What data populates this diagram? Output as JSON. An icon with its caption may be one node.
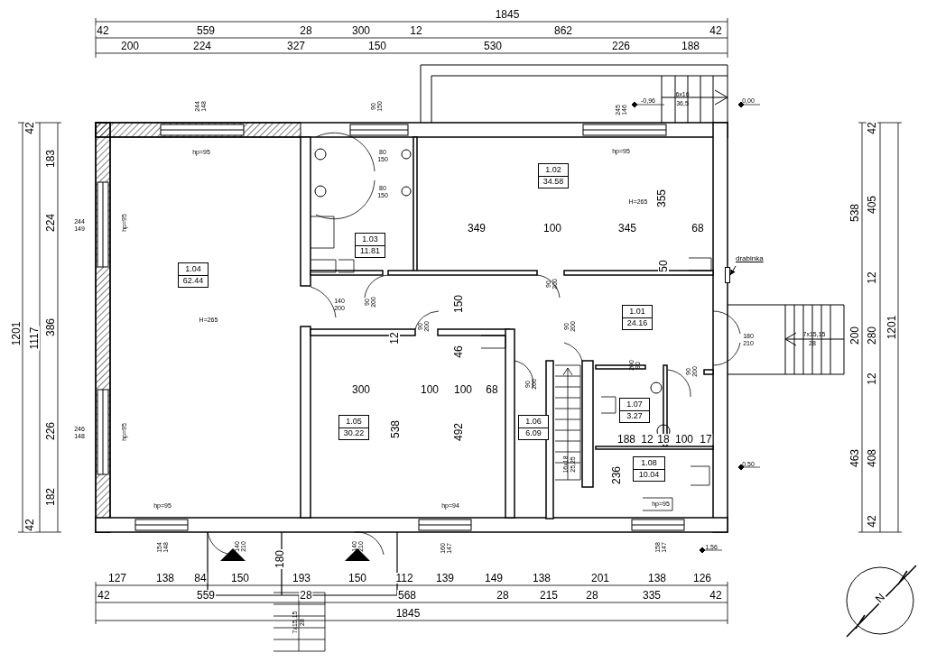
{
  "diagram": {
    "nodes": [
      {
        "text": [
          "1.04",
          "62.44"
        ]
      },
      {
        "text": [
          "1.03",
          "11.81"
        ]
      },
      {
        "text": [
          "1.02",
          "34.58"
        ]
      },
      {
        "text": [
          "1.01",
          "24.16"
        ]
      },
      {
        "text": [
          "1.05",
          "30.22"
        ]
      },
      {
        "text": [
          "1.06",
          "6.09"
        ]
      },
      {
        "text": [
          "1.07",
          "3.27"
        ]
      },
      {
        "text": [
          "1.08",
          "10.04"
        ]
      },
      {
        "text": [
          "drabinka"
        ]
      },
      {
        "text": [],
        "shape": "bar"
      }
    ],
    "edges": [
      {
        "from": 8,
        "to": 9,
        "arrow": "to"
      }
    ],
    "labels": [
      "1845",
      "42",
      "559",
      "28",
      "300",
      "12",
      "862",
      "42",
      "200",
      "224",
      "327",
      "150",
      "530",
      "226",
      "188",
      "244",
      "148",
      "90",
      "150",
      "-0,96",
      "245",
      "146",
      "6x16",
      "36,5",
      "0,00",
      "42",
      "42",
      "hp=95",
      "80",
      "150",
      "hp=95",
      "183",
      "80",
      "150",
      "H=265",
      "355",
      "405",
      "538",
      "224",
      "244",
      "149",
      "hp=95",
      "349",
      "100",
      "345",
      "68",
      "50",
      "12",
      "140",
      "200",
      "90",
      "200",
      "90",
      "200",
      "150",
      "H=265",
      "90",
      "200",
      "386",
      "1201",
      "1117",
      "1201",
      "90",
      "200",
      "180",
      "210",
      "7x15,15",
      "28",
      "200",
      "280",
      "12",
      "46",
      "200",
      "90",
      "90",
      "200",
      "12",
      "90",
      "200",
      "300",
      "100",
      "100",
      "68",
      "226",
      "246",
      "148",
      "hp=95",
      "538",
      "492",
      "188",
      "12",
      "18",
      "100",
      "17",
      "463",
      "408",
      "0,50",
      "16x18",
      "25,25",
      "236",
      "182",
      "hp=95",
      "hp=94",
      "hp=95",
      "42",
      "42",
      "154",
      "148",
      "140",
      "210",
      "140",
      "210",
      "160",
      "147",
      "158",
      "147",
      "1,56",
      "180",
      "127",
      "138",
      "84",
      "150",
      "193",
      "150",
      "112",
      "139",
      "149",
      "138",
      "201",
      "138",
      "126",
      "42",
      "559",
      "28",
      "568",
      "28",
      "215",
      "28",
      "335",
      "42",
      "1845",
      "7x15,15",
      "28",
      "N"
    ]
  }
}
